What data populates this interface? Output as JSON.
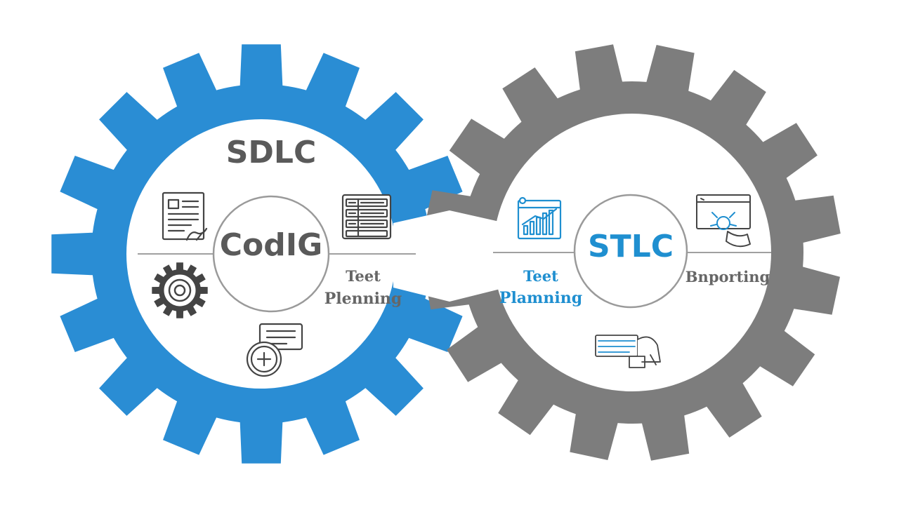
{
  "sdlc_gear": {
    "title": "SDLC",
    "hub_label": "CodIG",
    "side_label_line1": "Teet",
    "side_label_line2": "Plenning",
    "color": "#2A8DD4",
    "icons": [
      "document-icon",
      "checklist-icon",
      "settings-gear-icon",
      "comment-card-icon"
    ]
  },
  "stlc_gear": {
    "hub_label": "STLC",
    "side_label_line1": "Teet",
    "side_label_line2": "Plamning",
    "right_label": "Bnporting",
    "color": "#7D7D7D",
    "icons": [
      "chart-report-icon",
      "bug-window-icon",
      "test-station-icon"
    ]
  },
  "colors": {
    "hub_ring": "#9a9a9a",
    "divider": "#a0a0a0",
    "title_gray": "#5a5a5a",
    "accent_blue": "#1f8fd0",
    "icon_dark": "#444444"
  }
}
